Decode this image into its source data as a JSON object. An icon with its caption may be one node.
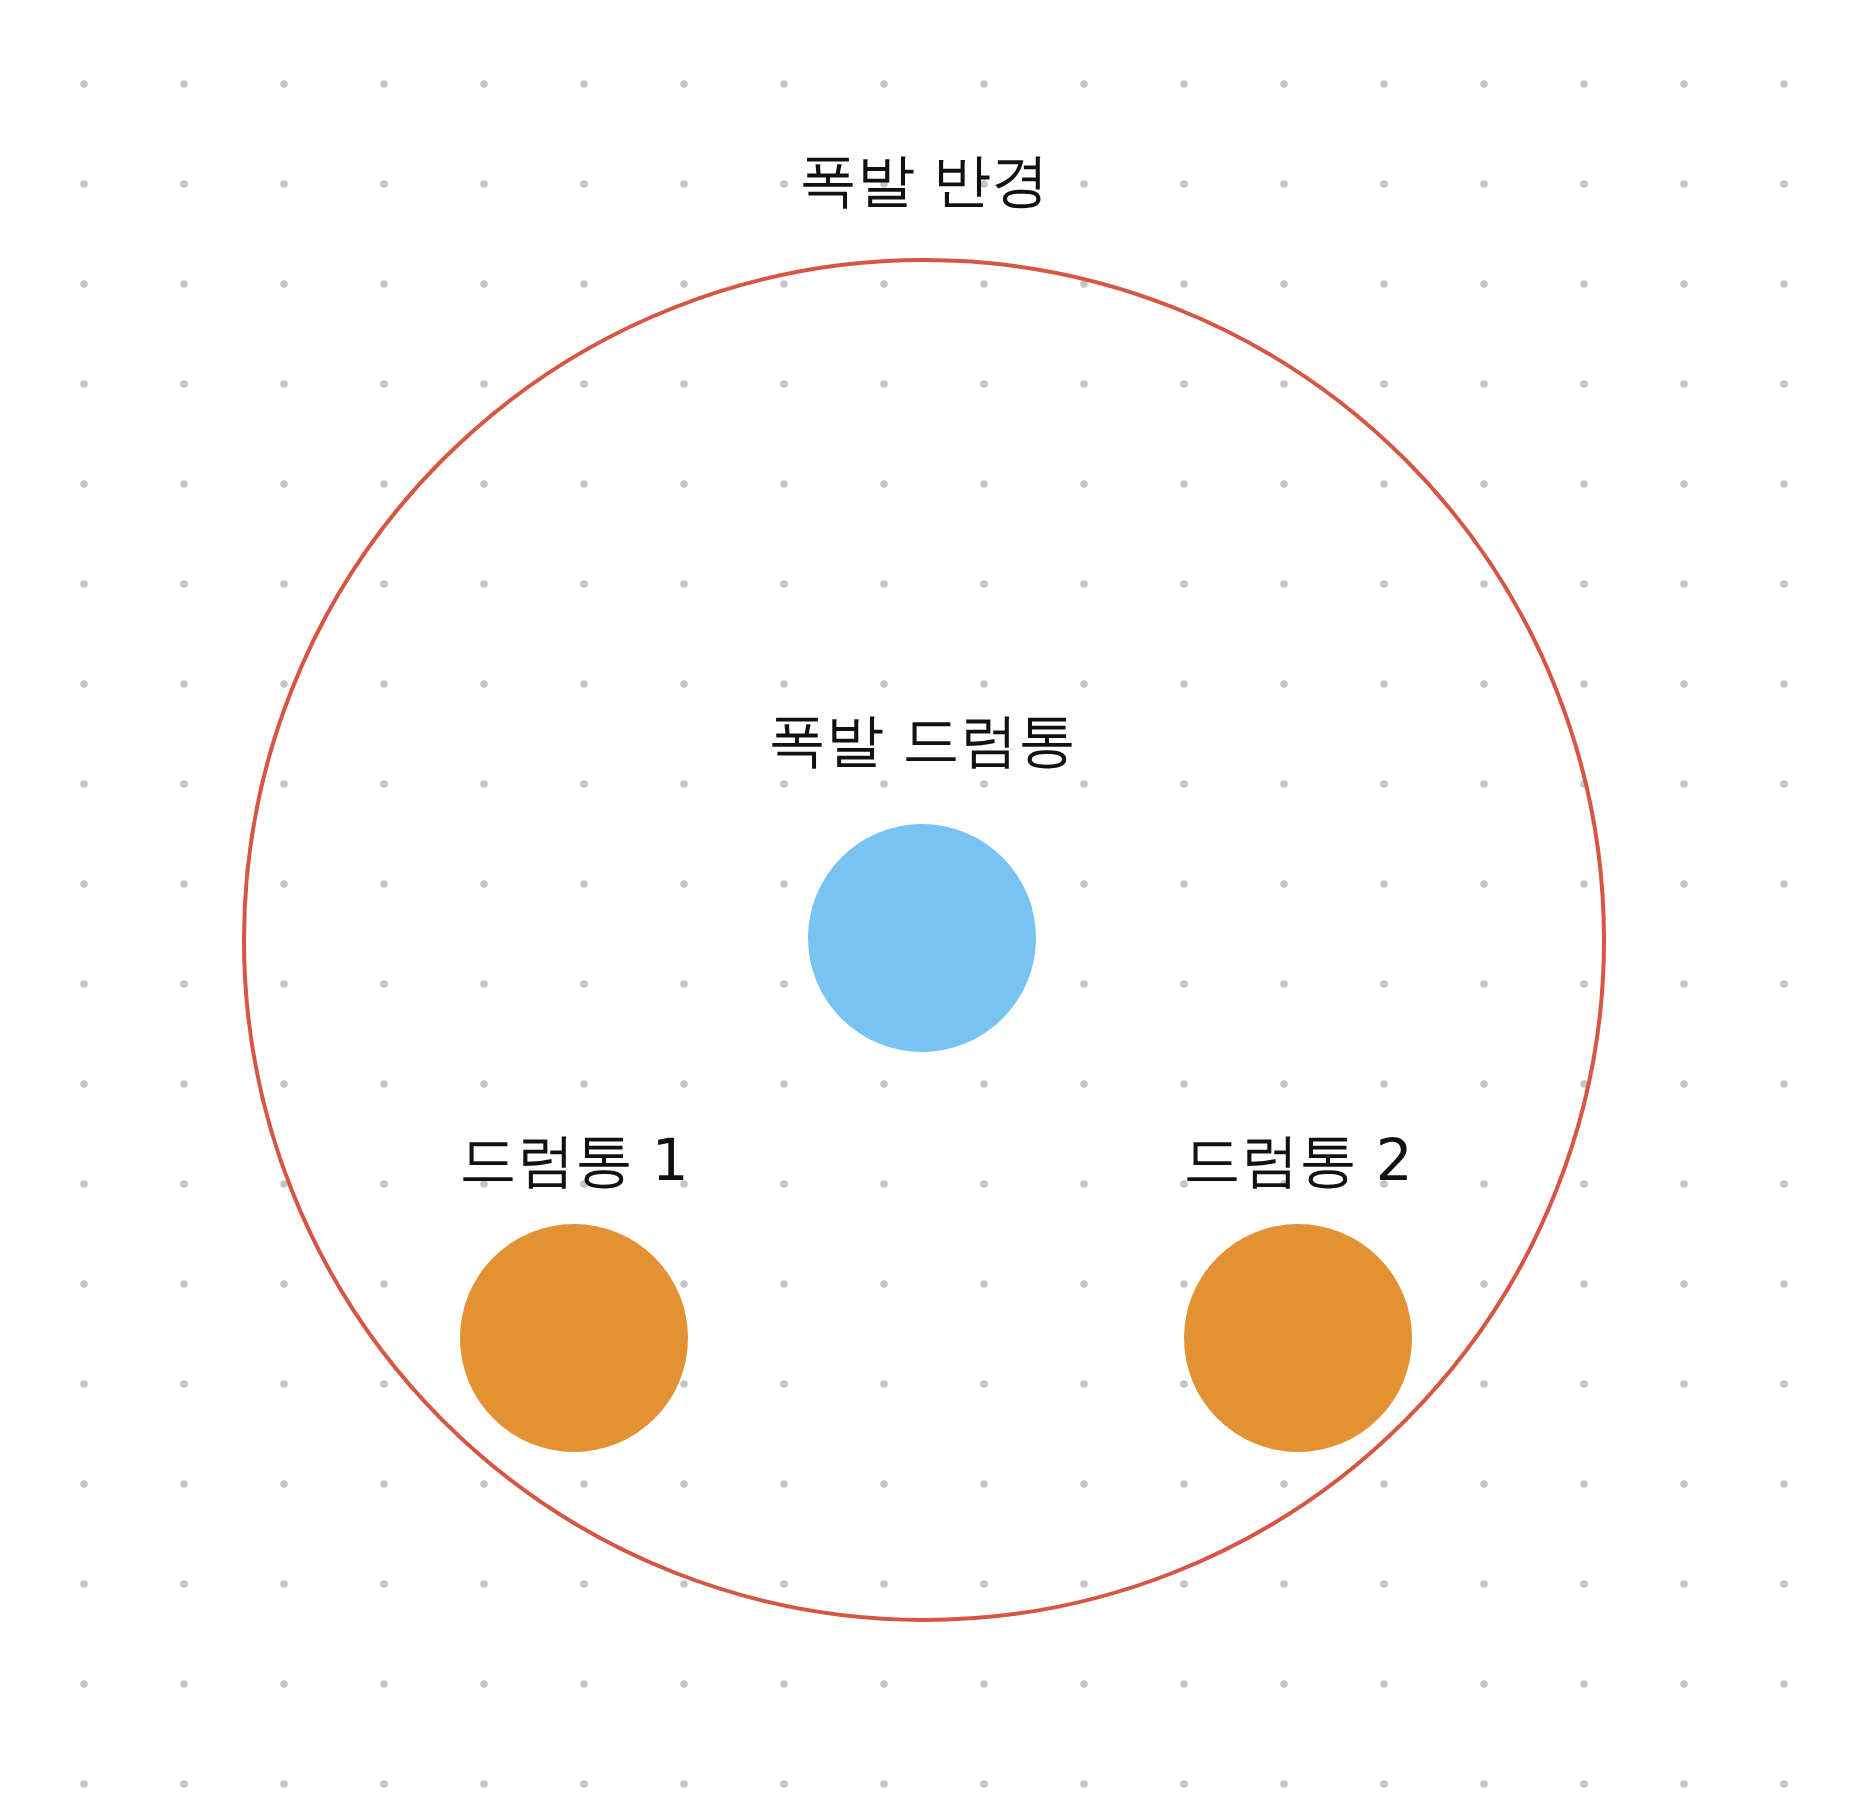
{
  "diagram": {
    "nodes": [
      {
        "text": [
          "폭발 반경"
        ]
      },
      {
        "text": [
          "폭발 드럼통"
        ],
        "in": 0
      },
      {
        "text": [
          "드럼통 1"
        ],
        "in": 0
      },
      {
        "text": [
          "드럼통 2"
        ],
        "in": 0
      }
    ]
  }
}
